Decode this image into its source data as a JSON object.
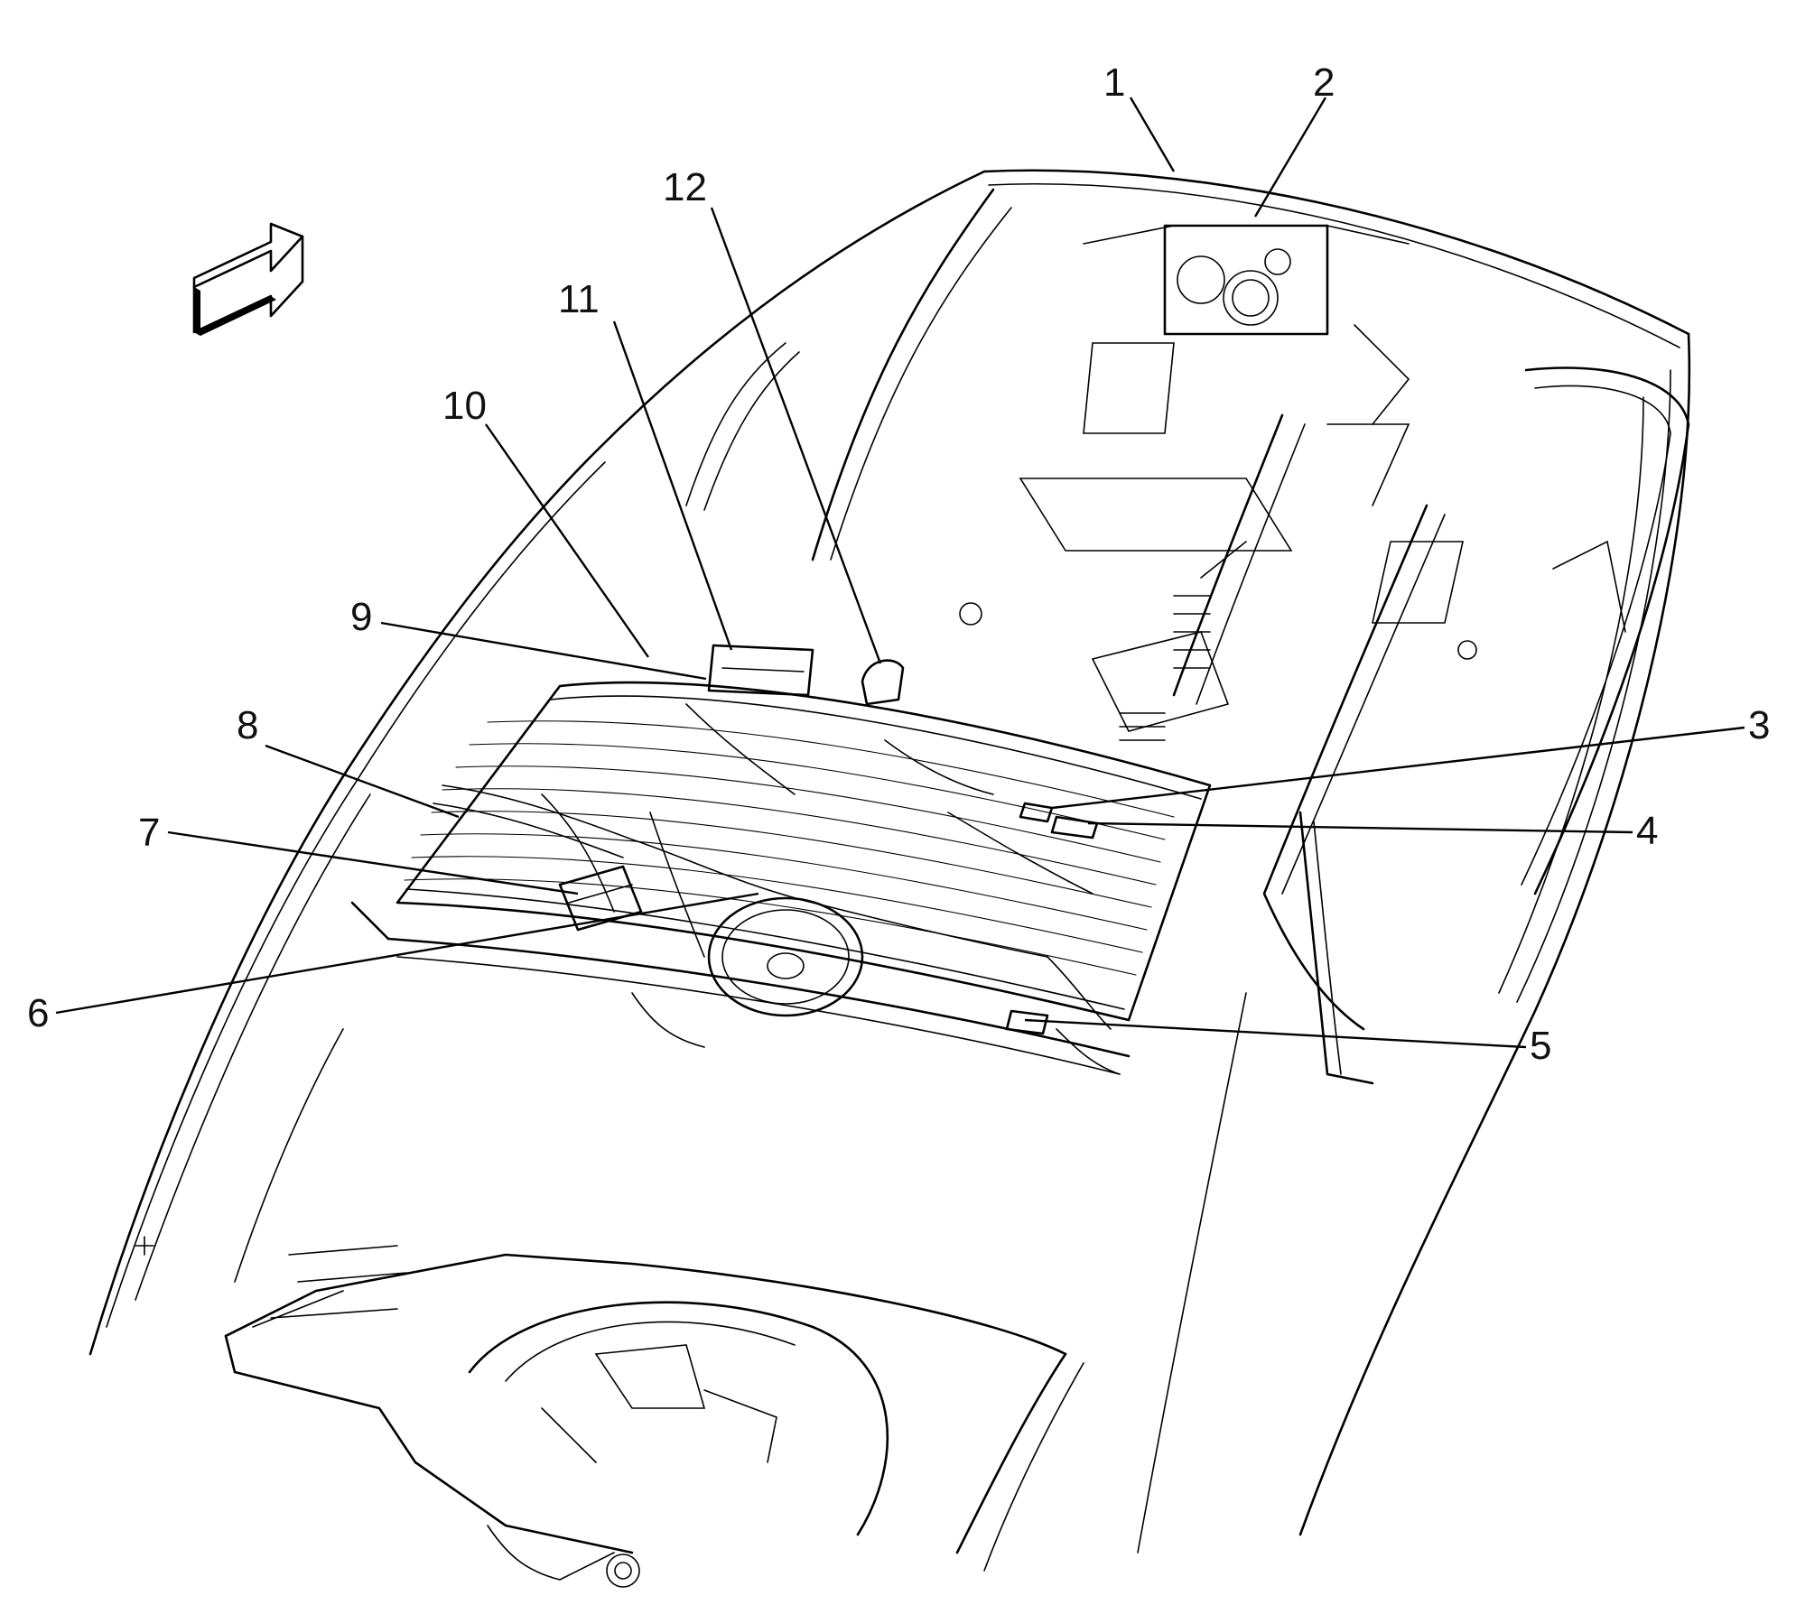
{
  "figure": {
    "type": "exploded component location view (vehicle body, rear compartment wiring)",
    "background_color": "#ffffff",
    "line_color": "#000000"
  },
  "direction_indicator": {
    "icon": "forward-arrow-icon"
  },
  "callouts": [
    {
      "id": "1",
      "label": "1"
    },
    {
      "id": "2",
      "label": "2"
    },
    {
      "id": "3",
      "label": "3"
    },
    {
      "id": "4",
      "label": "4"
    },
    {
      "id": "5",
      "label": "5"
    },
    {
      "id": "6",
      "label": "6"
    },
    {
      "id": "7",
      "label": "7"
    },
    {
      "id": "8",
      "label": "8"
    },
    {
      "id": "9",
      "label": "9"
    },
    {
      "id": "10",
      "label": "10"
    },
    {
      "id": "11",
      "label": "11"
    },
    {
      "id": "12",
      "label": "12"
    }
  ]
}
